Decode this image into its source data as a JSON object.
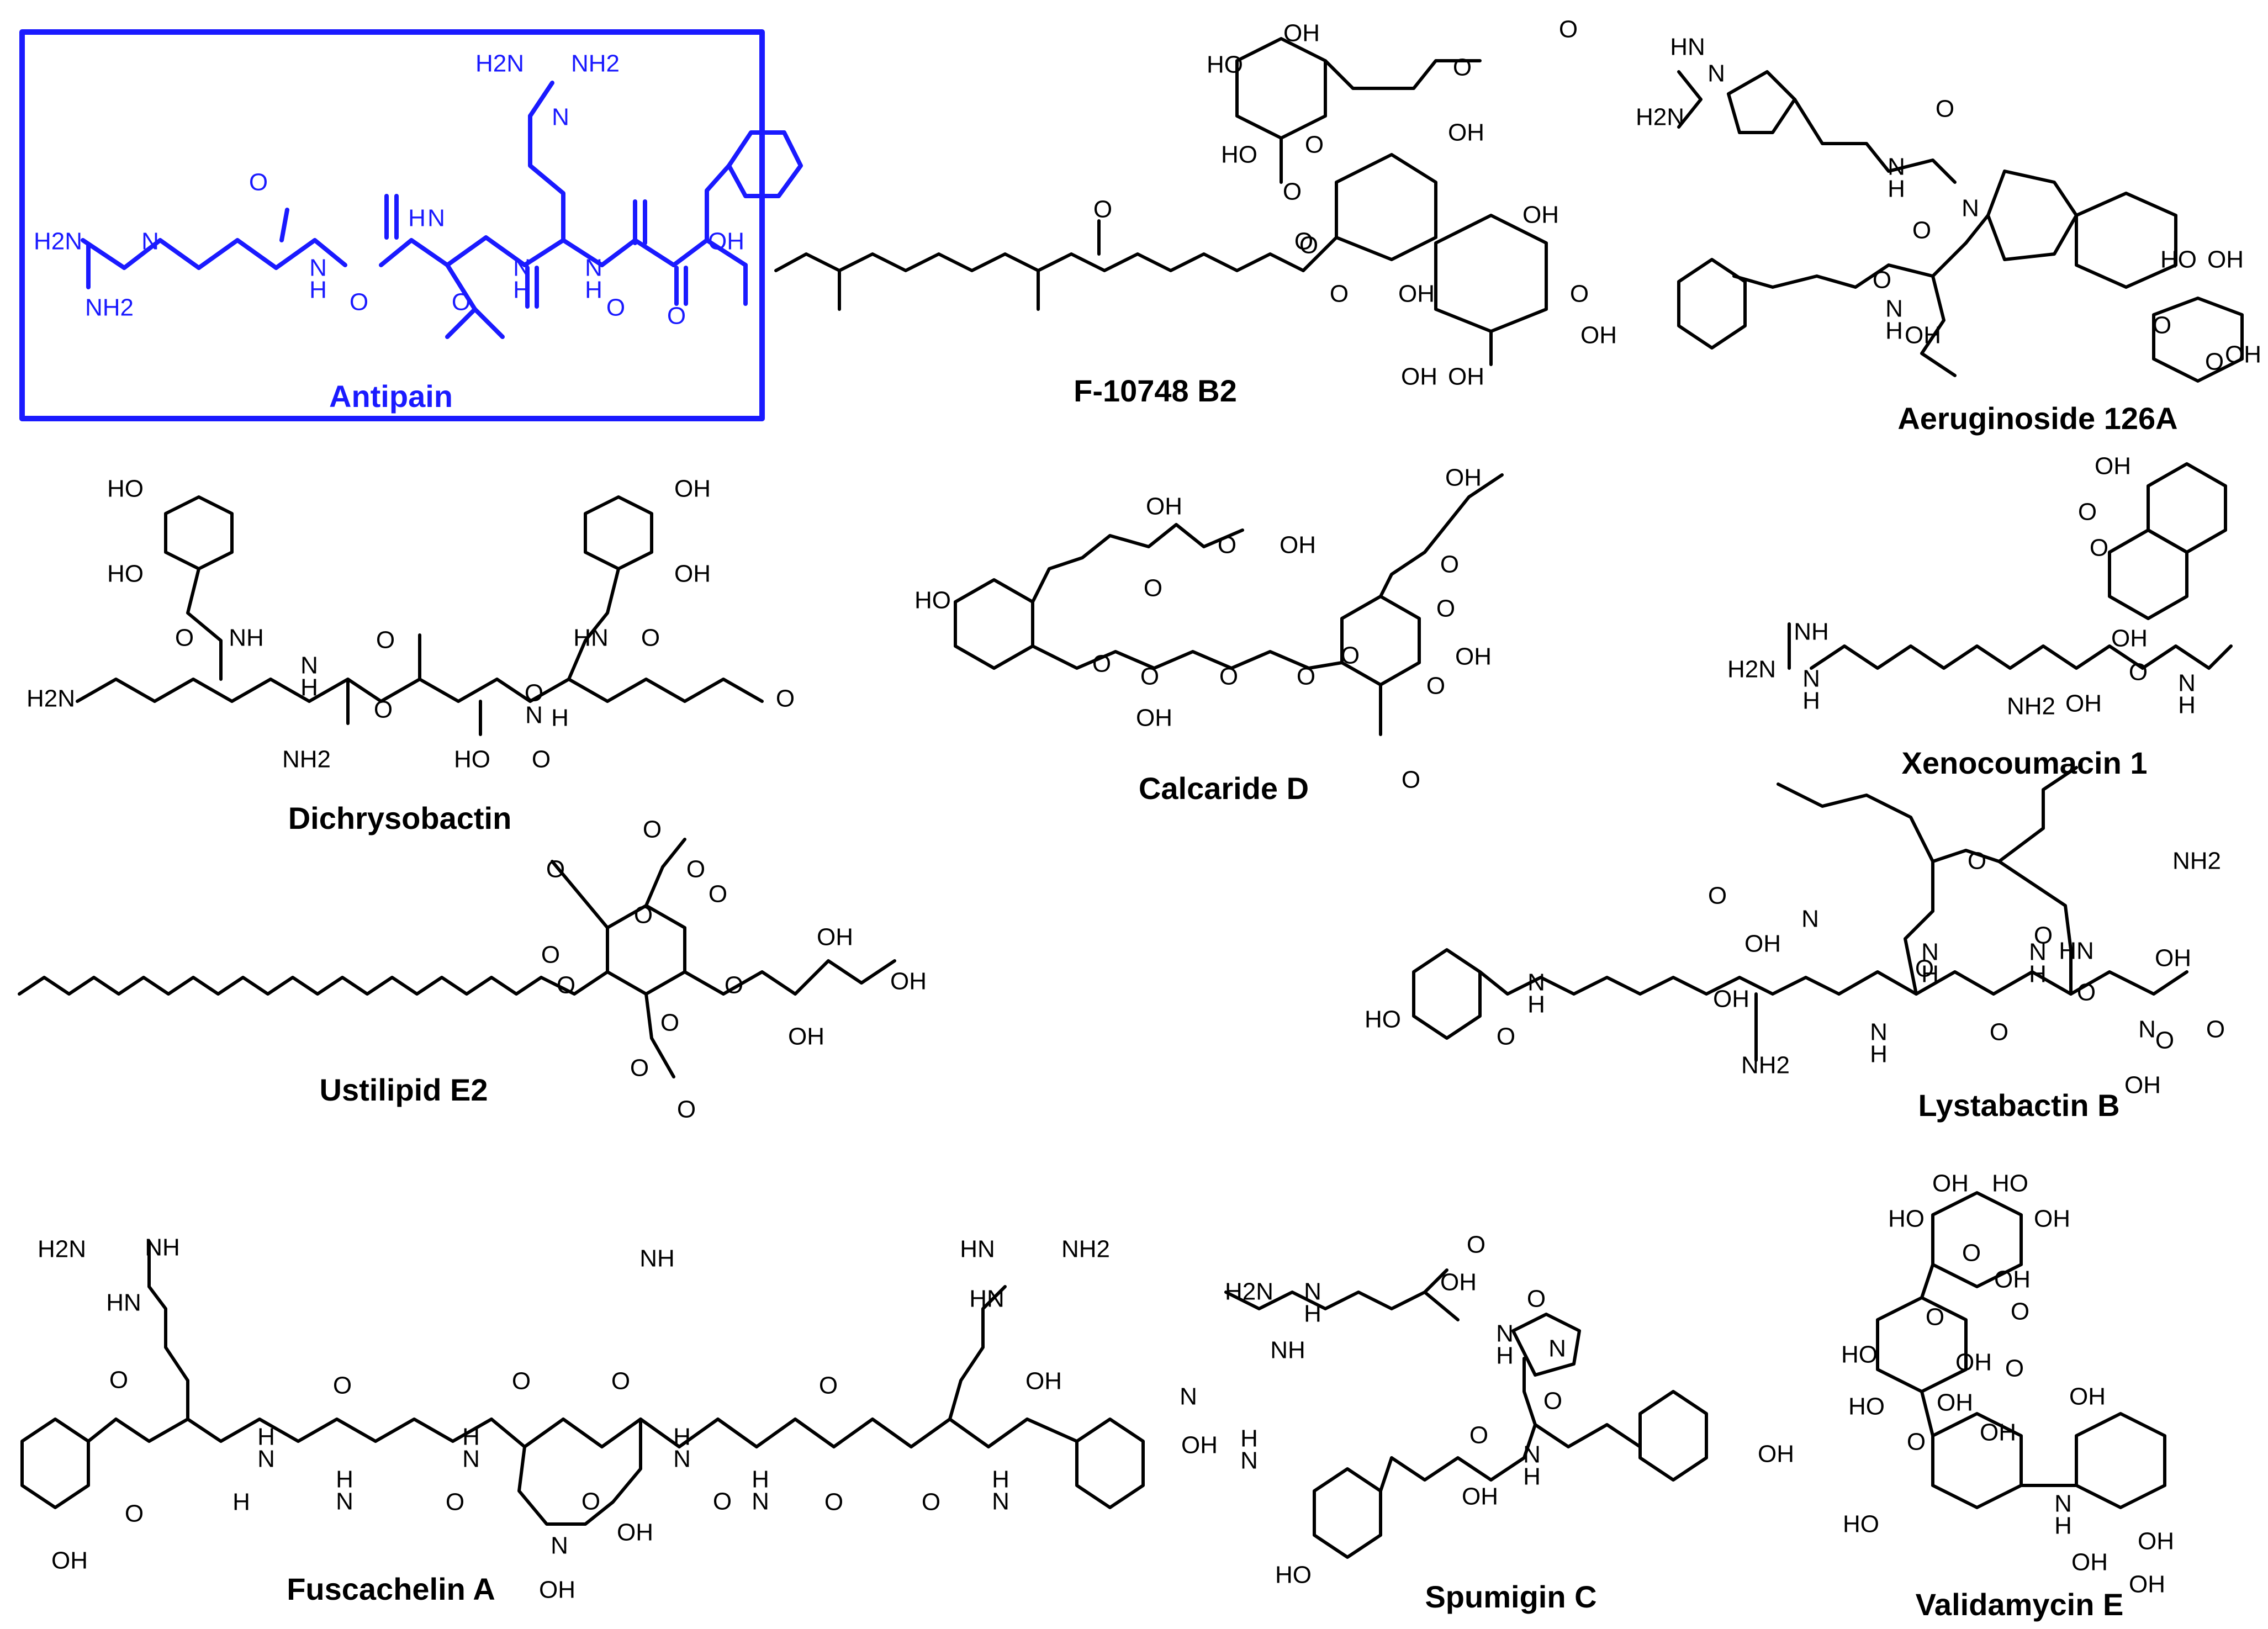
{
  "accent_color": "#1a1aff",
  "ink_color": "#000000",
  "compounds": [
    {
      "name": "Antipain",
      "highlighted": true,
      "atoms": [
        "H2N",
        "NH2",
        "N",
        "O",
        "H2N",
        "N",
        "NH2",
        "N",
        "H",
        "O",
        "H",
        "N",
        "O",
        "N",
        "H",
        "O",
        "N",
        "H",
        "O",
        "OH"
      ]
    },
    {
      "name": "F-10748 B2",
      "highlighted": false,
      "atoms": [
        "OH",
        "HO",
        "O",
        "O",
        "O",
        "HO",
        "O",
        "OH",
        "OH",
        "O",
        "O",
        "O",
        "O",
        "OH",
        "O",
        "OH",
        "OH",
        "OH"
      ]
    },
    {
      "name": "Aeruginoside 126A",
      "highlighted": false,
      "atoms": [
        "HN",
        "H2N",
        "N",
        "O",
        "N",
        "H",
        "N",
        "O",
        "O",
        "N",
        "H",
        "OH",
        "HO",
        "OH",
        "O",
        "O",
        "OH"
      ]
    },
    {
      "name": "Dichrysobactin",
      "highlighted": false,
      "atoms": [
        "HO",
        "HO",
        "OH",
        "OH",
        "O",
        "NH",
        "HN",
        "O",
        "H2N",
        "N",
        "H",
        "O",
        "O",
        "O",
        "N",
        "H",
        "O",
        "NH2",
        "HO",
        "O",
        "OH"
      ]
    },
    {
      "name": "Calcaride D",
      "highlighted": false,
      "atoms": [
        "OH",
        "O",
        "OH",
        "O",
        "OH",
        "HO",
        "O",
        "O",
        "O",
        "O",
        "O",
        "O",
        "O",
        "O",
        "OH",
        "OH",
        "O"
      ]
    },
    {
      "name": "Xenocoumacin 1",
      "highlighted": false,
      "atoms": [
        "OH",
        "O",
        "O",
        "NH",
        "OH",
        "O",
        "H2N",
        "N",
        "H",
        "NH2",
        "OH",
        "N",
        "H"
      ]
    },
    {
      "name": "Ustilipid E2",
      "highlighted": false,
      "atoms": [
        "O",
        "O",
        "O",
        "O",
        "O",
        "O",
        "O",
        "O",
        "O",
        "OH",
        "OH",
        "OH",
        "O",
        "O"
      ]
    },
    {
      "name": "Lystabactin B",
      "highlighted": false,
      "atoms": [
        "O",
        "NH2",
        "O",
        "N",
        "OH",
        "N",
        "H",
        "N",
        "H",
        "O",
        "O",
        "O",
        "HN",
        "OH",
        "HO",
        "N",
        "H",
        "OH",
        "O",
        "N",
        "H",
        "O",
        "O",
        "N",
        "O",
        "OH",
        "NH2"
      ]
    },
    {
      "name": "Fuscachelin A",
      "highlighted": false,
      "atoms": [
        "H2N",
        "NH",
        "HN",
        "NH2",
        "HN",
        "HN",
        "NH",
        "O",
        "O",
        "O",
        "O",
        "O",
        "OH",
        "N",
        "H",
        "N",
        "H",
        "N",
        "H",
        "N",
        "H",
        "N",
        "H",
        "N",
        "H",
        "N",
        "H",
        "N",
        "H",
        "O",
        "O",
        "O",
        "O",
        "O",
        "O",
        "OH",
        "OH",
        "N",
        "OH",
        "OH"
      ]
    },
    {
      "name": "Spumigin C",
      "highlighted": false,
      "atoms": [
        "O",
        "OH",
        "O",
        "H2N",
        "N",
        "H",
        "NH",
        "N",
        "H",
        "N",
        "O",
        "O",
        "OH",
        "N",
        "H",
        "OH",
        "HO"
      ]
    },
    {
      "name": "Validamycin E",
      "highlighted": false,
      "atoms": [
        "HO",
        "OH",
        "HO",
        "OH",
        "O",
        "OH",
        "O",
        "O",
        "HO",
        "OH",
        "O",
        "HO",
        "OH",
        "O",
        "OH",
        "OH",
        "HO",
        "N",
        "H",
        "OH",
        "OH",
        "OH"
      ]
    }
  ]
}
